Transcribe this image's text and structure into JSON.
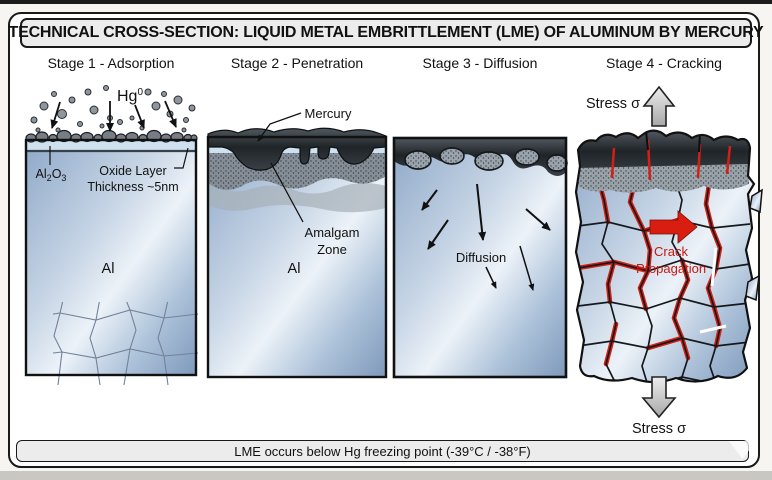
{
  "title": "TECHNICAL CROSS-SECTION: LIQUID METAL EMBRITTLEMENT (LME) OF ALUMINUM BY MERCURY",
  "footer": "LME occurs below Hg freezing point (-39°C / -38°F)",
  "stages": [
    {
      "label": "Stage 1 - Adsorption"
    },
    {
      "label": "Stage 2 - Penetration"
    },
    {
      "label": "Stage 3 - Diffusion"
    },
    {
      "label": "Stage 4 - Cracking"
    }
  ],
  "stage1": {
    "hg_base": "Hg",
    "hg_sup": "0",
    "oxide_formula": {
      "el1": "Al",
      "sub1": "2",
      "el2": "O",
      "sub2": "3"
    },
    "oxide_label_line1": "Oxide Layer",
    "oxide_label_line2": "Thickness ~5nm",
    "substrate": "Al"
  },
  "stage2": {
    "mercury": "Mercury",
    "amalgam_line1": "Amalgam",
    "amalgam_line2": "Zone",
    "substrate": "Al"
  },
  "stage3": {
    "diffusion": "Diffusion"
  },
  "stage4": {
    "stress_top": "Stress σ",
    "stress_bottom": "Stress σ",
    "crack_line1": "Crack",
    "crack_line2": "Propagation"
  },
  "colors": {
    "crack_red": "#d41f12",
    "mercury_dark": "#2a3036",
    "aluminum_blue": "#9db4d0",
    "bar_bg": "#ececec",
    "border": "#1a1a1a"
  }
}
